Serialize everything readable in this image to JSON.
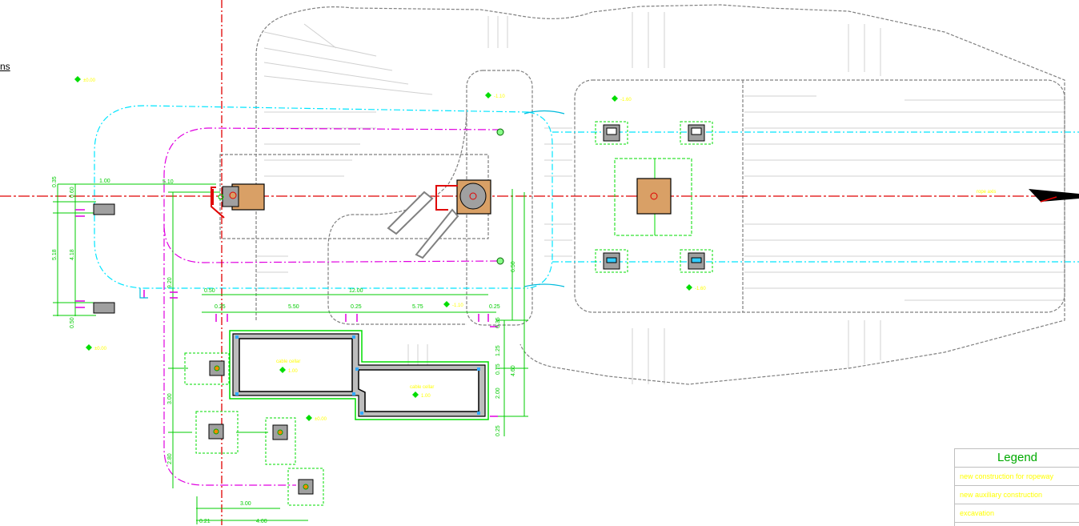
{
  "partial_title": "ns",
  "elevations": {
    "e1": "±0.00",
    "e2": "-1.10",
    "e3": "-1.60",
    "e4": "-1.60",
    "e5": "±0.00",
    "e6": "±0.00",
    "e7": "-1.10",
    "e8": "1.00",
    "e9": "1.00"
  },
  "rooms": {
    "cable_cellar_1": "cable cellar",
    "cable_cellar_2": "cable cellar"
  },
  "axis_label": "rope axis",
  "dimensions": {
    "d_035": "0.35",
    "d_060": "0.60",
    "d_100": "1.00",
    "d_510": "5.10",
    "d_518": "5.18",
    "d_418": "4.18",
    "d_050a": "0.50",
    "d_050b": "0.50",
    "d_1200": "12.00",
    "d_025a": "0.25",
    "d_550": "5.50",
    "d_025b": "0.25",
    "d_575": "5.75",
    "d_025c": "0.25",
    "d_920": "9.20",
    "d_650": "6.50",
    "d_300a": "3.00",
    "d_280": "2.80",
    "d_300b": "3.00",
    "d_021": "0.21",
    "d_400": "4.00",
    "d_035b": "0.35",
    "d_125": "1.25",
    "d_460": "4.60",
    "d_075": "0.75",
    "d_200": "2.00",
    "d_025d": "0.25"
  },
  "legend": {
    "title": "Legend",
    "items": [
      "new construction for ropeway",
      "new auxiliary construction",
      "excavation"
    ]
  },
  "colors": {
    "axis_red": "#e00000",
    "cyan": "#00e5ff",
    "magenta": "#e000e0",
    "green": "#00dd00",
    "grey": "#808080",
    "pad_orange": "#d9a066",
    "yellow_text": "#ffff00"
  }
}
